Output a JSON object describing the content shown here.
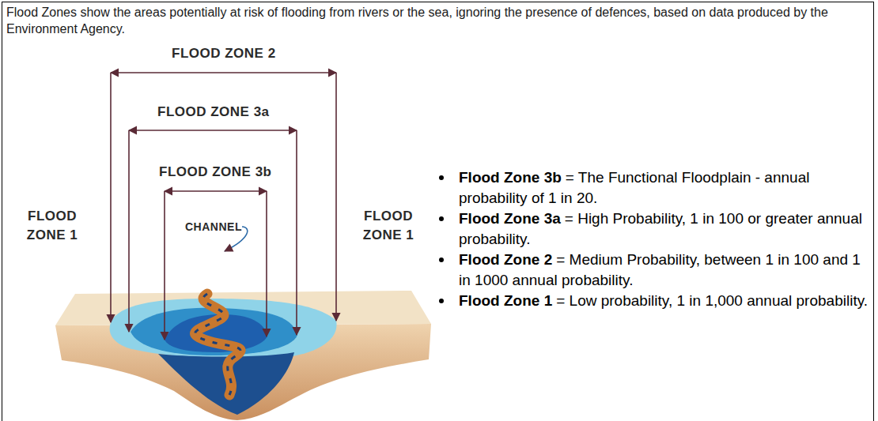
{
  "diagram": {
    "labels": [
      "Flood Zones show the areas potentially at risk of flooding from rivers or the sea, ignoring the presence of defences, based on data produced by the Environment Agency.",
      "FLOOD ZONE 2",
      "FLOOD ZONE 3a",
      "FLOOD ZONE 3b",
      "FLOOD ZONE 1",
      "CHANNEL",
      "FLOOD ZONE 1",
      "Flood Zone 3b",
      "= The Functional Floodplain - annual probability of 1 in 20.",
      "Flood Zone 3a",
      "= High Probability, 1 in 100 or greater annual probability.",
      "Flood Zone 2",
      "= Medium Probability, between 1 in 100 and 1 in 1000 annual probability.",
      "Flood Zone 1",
      "= Low probability, 1 in 1,000 annual probability."
    ]
  }
}
